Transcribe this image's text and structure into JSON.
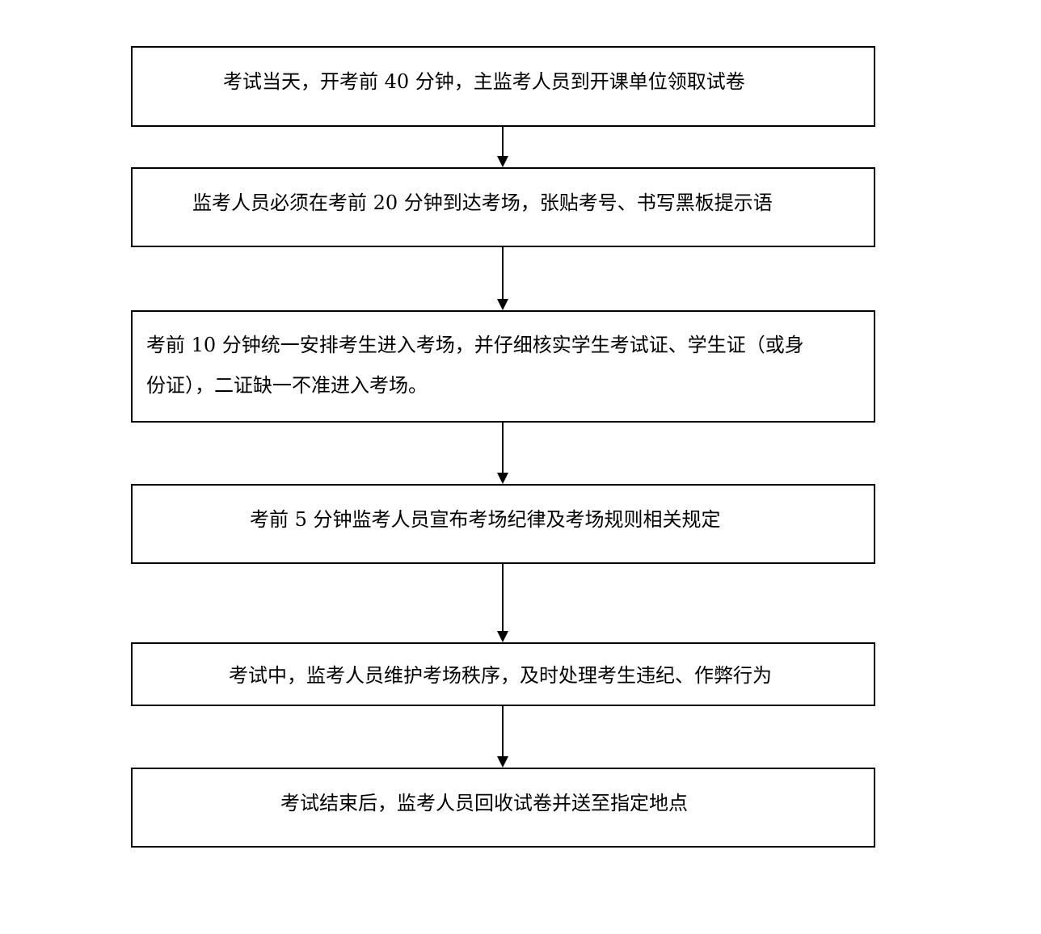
{
  "flowchart": {
    "steps": [
      {
        "text": "考试当天，开考前 40 分钟，主监考人员到开课单位领取试卷"
      },
      {
        "text": "监考人员必须在考前 20 分钟到达考场，张贴考号、书写黑板提示语"
      },
      {
        "text_line1": "考前 10 分钟统一安排考生进入考场，并仔细核实学生考试证、学生证（或身",
        "text_line2": "份证），二证缺一不准进入考场。"
      },
      {
        "text": "考前 5 分钟监考人员宣布考场纪律及考场规则相关规定"
      },
      {
        "text": "考试中，监考人员维护考场秩序，及时处理考生违纪、作弊行为"
      },
      {
        "text": "考试结束后，监考人员回收试卷并送至指定地点"
      }
    ]
  }
}
